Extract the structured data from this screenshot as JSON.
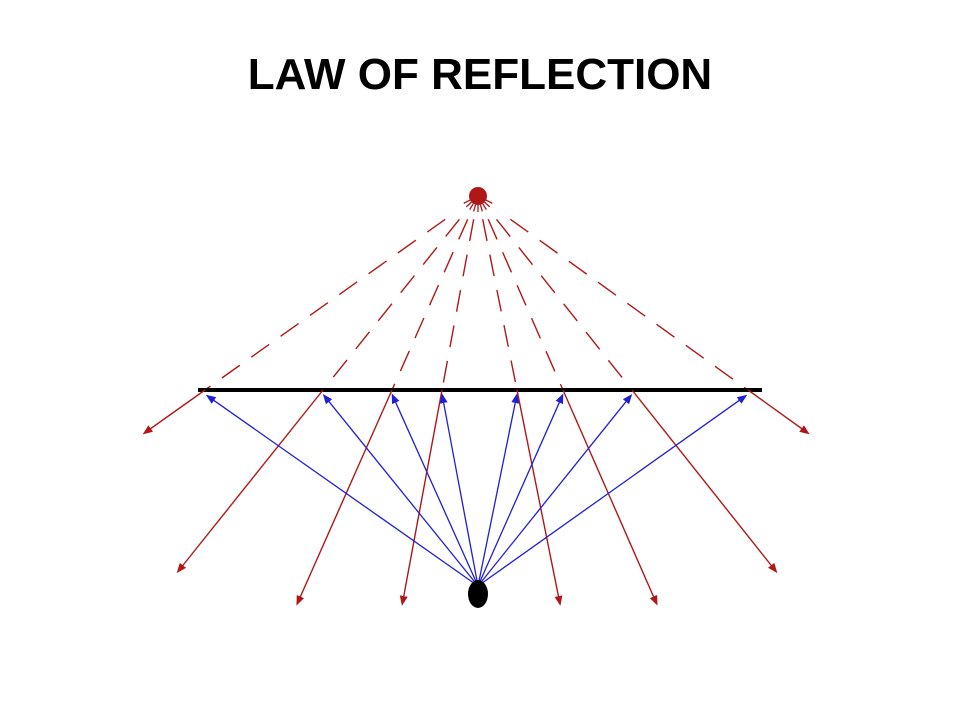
{
  "slide": {
    "title": "LAW OF REFLECTION"
  },
  "diagram": {
    "colors": {
      "virtual_image": "#b01818",
      "incident_ray": "#1f1fd6",
      "reflected_ray": "#b01818",
      "mirror": "#000000",
      "object": "#000000"
    },
    "elements": [
      "object",
      "mirror",
      "virtual-image",
      "incident-rays",
      "reflected-rays",
      "virtual-rays"
    ]
  }
}
